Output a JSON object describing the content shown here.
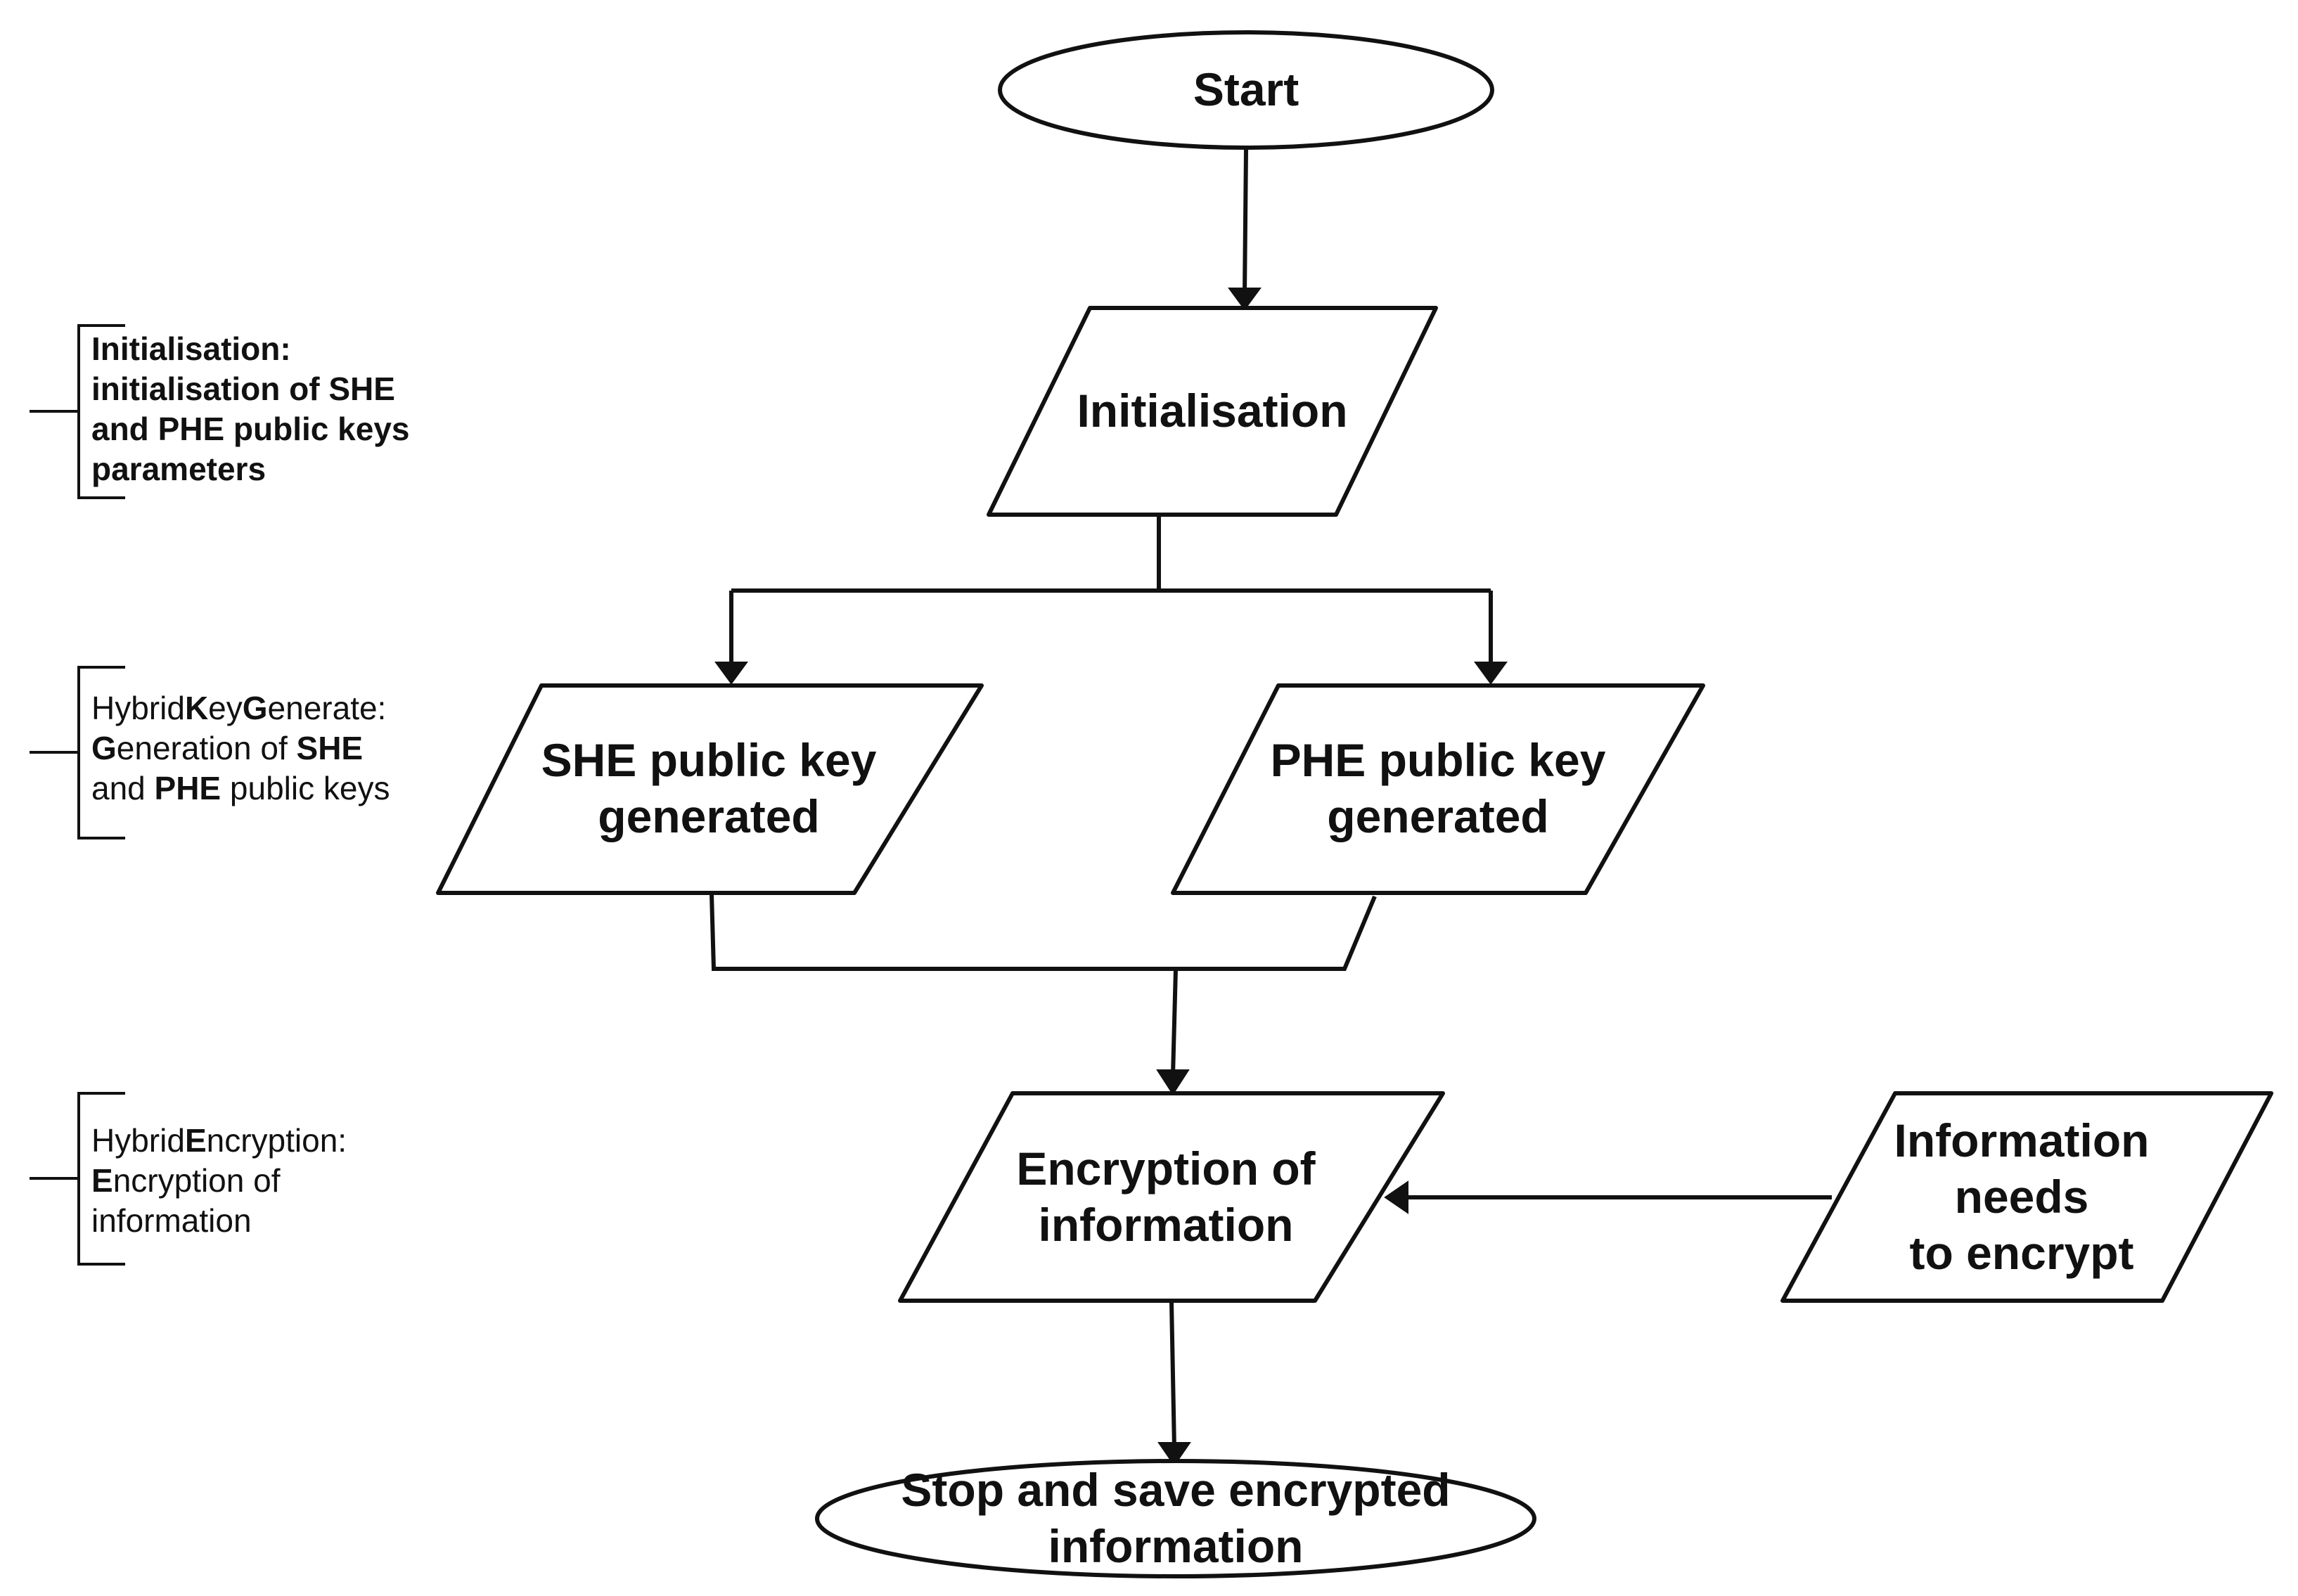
{
  "nodes": {
    "start": {
      "lines": [
        "Start"
      ]
    },
    "initialisation": {
      "lines": [
        "Initialisation"
      ]
    },
    "she_key": {
      "lines": [
        "SHE public key",
        "generated"
      ]
    },
    "phe_key": {
      "lines": [
        "PHE public key",
        "generated"
      ]
    },
    "encryption": {
      "lines": [
        "Encryption of",
        "information"
      ]
    },
    "info_input": {
      "lines": [
        "Information",
        "needs",
        "to encrypt"
      ]
    },
    "stop": {
      "lines": [
        "Stop and save encrypted",
        "information"
      ]
    }
  },
  "notes": {
    "initialisation": {
      "lines": [
        [
          {
            "t": "Initialisation:",
            "b": true
          }
        ],
        [
          {
            "t": "initialisation of ",
            "b": true
          },
          {
            "t": "SHE",
            "b": true
          }
        ],
        [
          {
            "t": "and ",
            "b": true
          },
          {
            "t": "PHE",
            "b": true
          },
          {
            "t": " public keys",
            "b": true
          }
        ],
        [
          {
            "t": "parameters",
            "b": true
          }
        ]
      ]
    },
    "hybrid_key_generate": {
      "lines": [
        [
          {
            "t": "Hybrid",
            "b": false
          },
          {
            "t": "K",
            "b": true
          },
          {
            "t": "ey",
            "b": false
          },
          {
            "t": "G",
            "b": true
          },
          {
            "t": "enerate:",
            "b": false
          }
        ],
        [
          {
            "t": "G",
            "b": true
          },
          {
            "t": "eneration of ",
            "b": false
          },
          {
            "t": "SHE",
            "b": true
          }
        ],
        [
          {
            "t": "and ",
            "b": false
          },
          {
            "t": "PHE",
            "b": true
          },
          {
            "t": " public keys",
            "b": false
          }
        ]
      ]
    },
    "hybrid_encryption": {
      "lines": [
        [
          {
            "t": "Hybrid",
            "b": false
          },
          {
            "t": "E",
            "b": true
          },
          {
            "t": "ncryption:",
            "b": false
          }
        ],
        [
          {
            "t": "E",
            "b": true
          },
          {
            "t": "ncryption of",
            "b": false
          }
        ],
        [
          {
            "t": "information",
            "b": false
          }
        ]
      ]
    }
  }
}
